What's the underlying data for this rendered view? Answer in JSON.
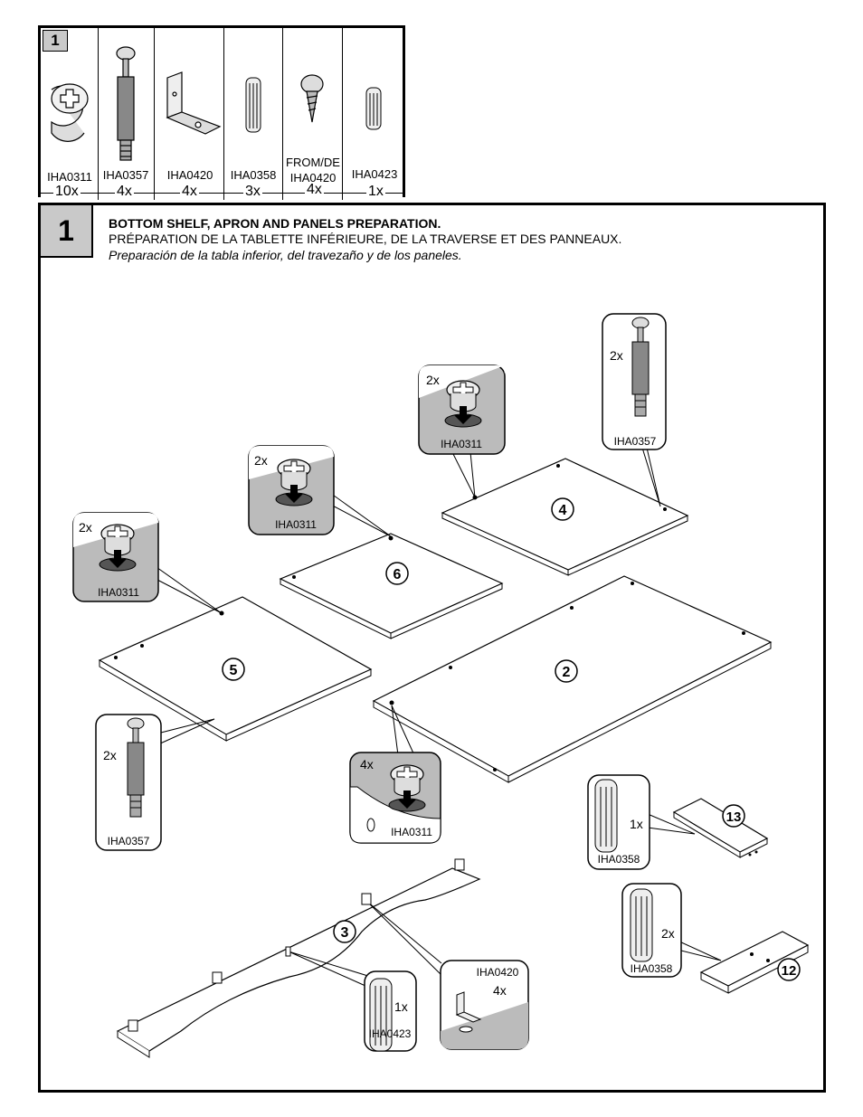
{
  "parts_header": {
    "step": "1",
    "parts": [
      {
        "code": "IHA0311",
        "qty": "10x",
        "icon": "cam-lock-icon"
      },
      {
        "code": "IHA0357",
        "qty": "4x",
        "icon": "cam-bolt-icon"
      },
      {
        "code": "IHA0420",
        "qty": "4x",
        "icon": "l-bracket-icon"
      },
      {
        "code": "IHA0358",
        "qty": "3x",
        "icon": "dowel-icon"
      },
      {
        "code_line1": "FROM/DE",
        "code": "IHA0420",
        "qty": "4x",
        "icon": "screw-icon"
      },
      {
        "code": "IHA0423",
        "qty": "1x",
        "icon": "small-dowel-icon"
      }
    ]
  },
  "step": {
    "number": "1",
    "title_en": "BOTTOM SHELF, APRON AND PANELS PREPARATION.",
    "title_fr": "PRÉPARATION DE LA TABLETTE INFÉRIEURE, DE LA TRAVERSE ET DES PANNEAUX.",
    "title_es": "Preparación de la tabla inferior, del travezaño y de los paneles."
  },
  "panels": [
    {
      "number": "4"
    },
    {
      "number": "6"
    },
    {
      "number": "5"
    },
    {
      "number": "2"
    },
    {
      "number": "3"
    },
    {
      "number": "13"
    },
    {
      "number": "12"
    }
  ],
  "callouts": {
    "c4_cam": {
      "qty": "2x",
      "code": "IHA0311"
    },
    "c4_bolt": {
      "qty": "2x",
      "code": "IHA0357"
    },
    "c6_cam": {
      "qty": "2x",
      "code": "IHA0311"
    },
    "c5_cam": {
      "qty": "2x",
      "code": "IHA0311"
    },
    "c5_bolt": {
      "qty": "2x",
      "code": "IHA0357"
    },
    "c2_cam": {
      "qty": "4x",
      "code": "IHA0311"
    },
    "c13_dowel": {
      "qty": "1x",
      "code": "IHA0358"
    },
    "c12_dowel": {
      "qty": "2x",
      "code": "IHA0358"
    },
    "c3_dowel": {
      "qty": "1x",
      "code": "IHA0423"
    },
    "c3_bracket": {
      "qty": "4x",
      "code": "IHA0420"
    }
  }
}
